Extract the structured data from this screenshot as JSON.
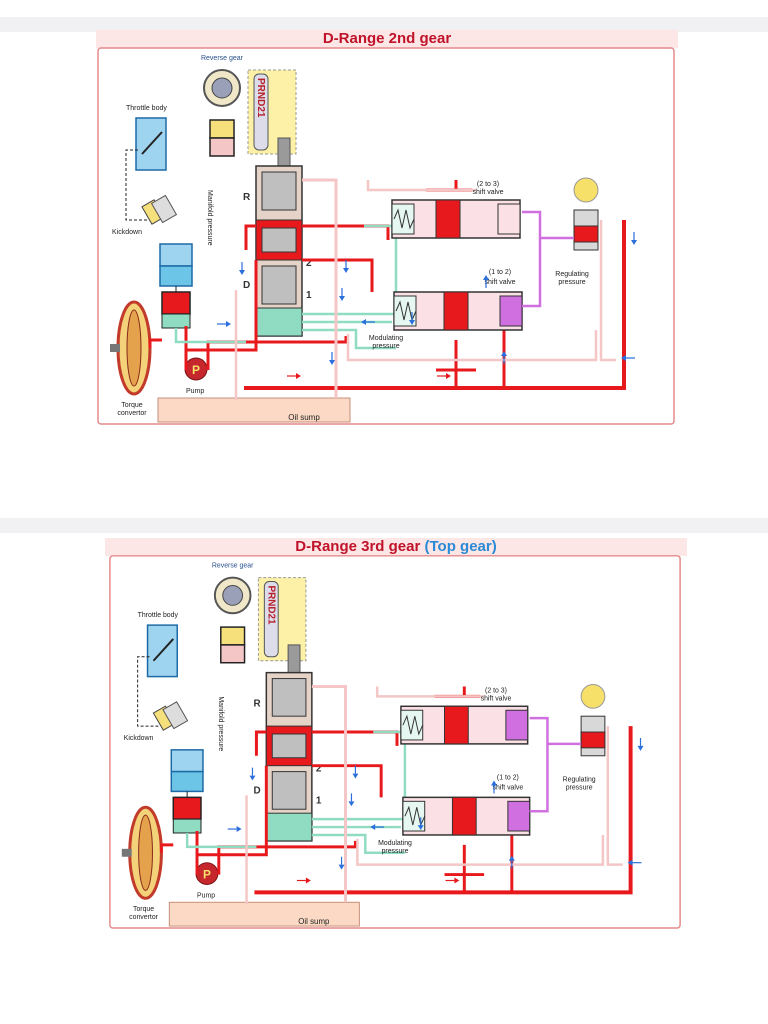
{
  "colors": {
    "pressure_line": "#e8191c",
    "return_line": "#f4c6c6",
    "throttle_line": "#8fdcc2",
    "modulating_line": "#8fdcc2",
    "regulating_line": "#d070e0",
    "arrow": "#2a6fdc",
    "header_bg": "#fde6e6",
    "header_text": "#c0132a",
    "accent": "#2b8ad6"
  },
  "diagrams": [
    {
      "title": "D-Range 2nd gear",
      "title_suffix": "",
      "labels": {
        "reverse_gear": "Reverse gear",
        "throttle_body": "Throttle body",
        "kickdown": "Kickdown",
        "torque_convertor": "Torque convertor",
        "pump": "Pump",
        "oil_sump": "Oil sump",
        "manifold_pressure": "Manifold pressure",
        "modulating_pressure": "Modulating pressure",
        "regulating_pressure": "Regulating pressure",
        "shift_2_3": "(2 to 3) shift valve",
        "shift_1_2": "(1 to 2) shift valve",
        "selector": "PRND21",
        "pos_r": "R",
        "pos_d": "D",
        "pos_2": "2",
        "pos_1": "1",
        "pump_letter": "P"
      }
    },
    {
      "title": "D-Range 3rd gear",
      "title_suffix": "(Top gear)",
      "labels": {
        "reverse_gear": "Reverse gear",
        "throttle_body": "Throttle body",
        "kickdown": "Kickdown",
        "torque_convertor": "Torque convertor",
        "pump": "Pump",
        "oil_sump": "Oil sump",
        "manifold_pressure": "Manifold pressure",
        "modulating_pressure": "Modulating pressure",
        "regulating_pressure": "Regulating pressure",
        "shift_2_3": "(2 to 3) shift valve",
        "shift_1_2": "(1 to 2) shift valve",
        "selector": "PRND21",
        "pos_r": "R",
        "pos_d": "D",
        "pos_2": "2",
        "pos_1": "1",
        "pump_letter": "P"
      }
    }
  ]
}
